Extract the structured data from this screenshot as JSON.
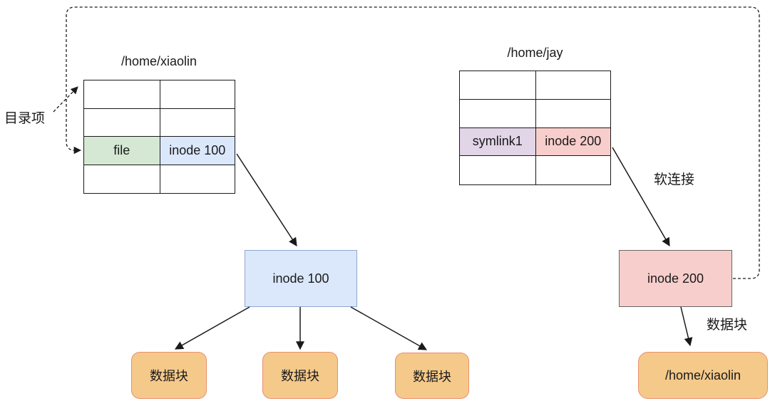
{
  "labels": {
    "directory_entry": "目录项",
    "soft_link": "软连接",
    "data_block": "数据块"
  },
  "left_table": {
    "title": "/home/xiaolin",
    "entry_name": "file",
    "entry_inode": "inode 100"
  },
  "right_table": {
    "title": "/home/jay",
    "entry_name": "symlink1",
    "entry_inode": "inode 200"
  },
  "nodes": {
    "inode_100": "inode 100",
    "inode_200": "inode 200",
    "data_blocks": [
      "数据块",
      "数据块",
      "数据块"
    ],
    "symlink_target": "/home/xiaolin"
  },
  "colors": {
    "file_cell": "#d5e8d4",
    "inode100_cell": "#dbe8fb",
    "symlink_cell": "#e1d5e7",
    "inode200_cell": "#f8cecc",
    "inode100_box_fill": "#dbe8fb",
    "inode100_box_border": "#8ea8cc",
    "inode200_box_fill": "#f8cecc",
    "inode200_box_border": "#666666",
    "data_block_fill": "#f5c98a",
    "data_block_border": "#e98f6e",
    "line": "#1a1a1a"
  }
}
